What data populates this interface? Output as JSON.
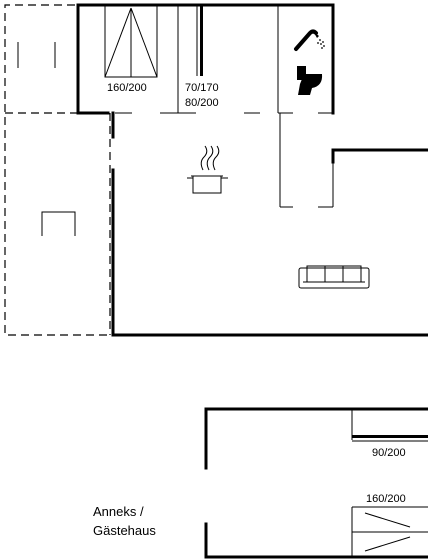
{
  "bed_labels": {
    "double_main": "160/200",
    "kids_top": "70/170",
    "kids_bottom": "80/200",
    "annex_single": "90/200",
    "annex_double": "160/200"
  },
  "annex": {
    "line1": "Anneks /",
    "line2": "Gästehaus"
  },
  "icons": [
    "shower-icon",
    "toilet-icon",
    "cooking-pot-icon",
    "sofa-icon",
    "table-icon",
    "bed-icon"
  ],
  "colors": {
    "lines": "#000000",
    "background": "#ffffff"
  }
}
